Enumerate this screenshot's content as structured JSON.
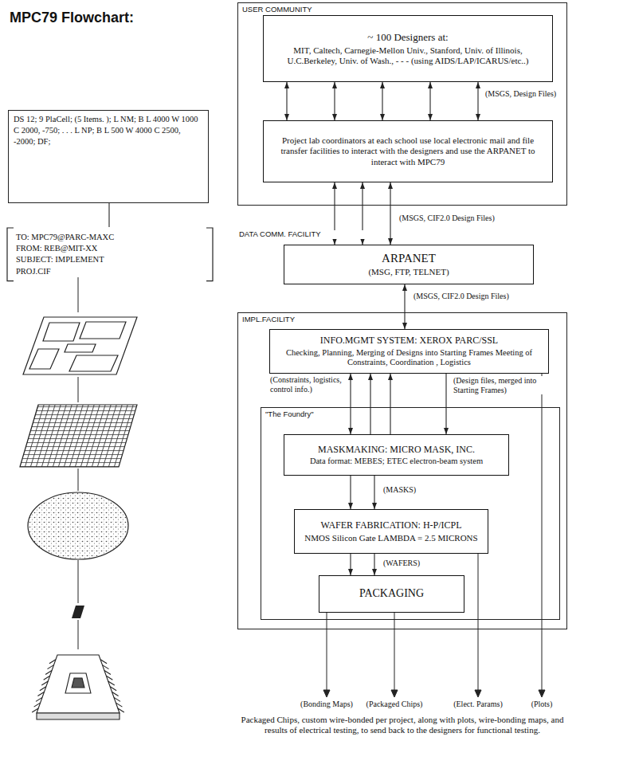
{
  "diagram": {
    "title": "MPC79 Flowchart:",
    "nodes": [
      {
        "text": [
          "USER COMMUNITY"
        ]
      },
      {
        "text": [
          "~ 100 Designers at:",
          "MIT, Caltech, Carnegie-Mellon Univ., Stanford, Univ. of Illinois, U.C.Berkeley, Univ. of Wash., - - - (using AIDS/LAP/ICARUS/etc..)"
        ],
        "in": 0
      },
      {
        "text": [
          "Project lab coordinators at each school use local electronic mail and file transfer facilities to interact with the designers and use the ARPANET to interact with MPC79"
        ],
        "in": 0
      },
      {
        "text": [
          "ARPANET",
          "(MSG, FTP, TELNET)"
        ]
      },
      {
        "text": [
          "IMPL.FACILITY"
        ]
      },
      {
        "text": [
          "INFO.MGMT SYSTEM: XEROX PARC/SSL",
          "Checking, Planning, Merging of Designs into Starting Frames Meeting of Constraints, Coordination , Logistics"
        ],
        "in": 4
      },
      {
        "text": [
          "\"The Foundry\""
        ],
        "in": 4
      },
      {
        "text": [
          "MASKMAKING: MICRO MASK, INC.",
          "Data format: MEBES; ETEC electron-beam system"
        ],
        "in": 6
      },
      {
        "text": [
          "WAFER FABRICATION: H-P/ICPL",
          "NMOS Silicon Gate LAMBDA = 2.5 MICRONS"
        ],
        "in": 6
      },
      {
        "text": [
          "PACKAGING"
        ],
        "in": 6
      },
      {
        "text": [
          "DS 12; 9 PlaCell; (5 Items. ); L NM; B L 4000 W 1000 C 2000, -750; . . . L NP; B L 500 W 4000 C 2500, -2000; DF;"
        ]
      },
      {
        "text": [
          "TO: MPC79@PARC-MAXC FROM: REB@MIT-XX SUBJECT: IMPLEMENT PROJ.CIF"
        ]
      }
    ],
    "edges": [
      {
        "from": 1,
        "to": 2,
        "arrow": "both"
      },
      {
        "from": 1,
        "to": 2,
        "arrow": "both"
      },
      {
        "from": 1,
        "to": 2,
        "arrow": "both"
      },
      {
        "from": 1,
        "to": 2,
        "arrow": "both"
      },
      {
        "from": 1,
        "to": 2,
        "arrow": "both",
        "label": "(MSGS, Design Files)"
      },
      {
        "from": 2,
        "to": 3,
        "arrow": "both"
      },
      {
        "from": 2,
        "to": 3,
        "arrow": "both"
      },
      {
        "from": 2,
        "to": 3,
        "arrow": "both",
        "label": "(MSGS, CIF2.0 Design Files)"
      },
      {
        "from": 3,
        "to": 5,
        "arrow": "both",
        "label": "(MSGS, CIF2.0 Design Files)"
      },
      {
        "from": 5,
        "to": 7,
        "arrow": "both",
        "label": "(Constraints, logistics, control info.)"
      },
      {
        "from": 7,
        "to": 5,
        "arrow": "to"
      },
      {
        "from": 7,
        "to": 5,
        "arrow": "to"
      },
      {
        "from": 5,
        "to": 7,
        "arrow": "to",
        "label": "(Design files, merged into Starting Frames)"
      },
      {
        "from": 7,
        "to": 8,
        "arrow": "to"
      },
      {
        "from": 7,
        "to": 8,
        "arrow": "to",
        "label": "(MASKS)"
      },
      {
        "from": 8,
        "to": 9,
        "arrow": "to"
      },
      {
        "from": 8,
        "to": 9,
        "arrow": "to",
        "label": "(WAFERS)"
      },
      {
        "from": 10,
        "to": 11,
        "arrow": "none"
      }
    ],
    "labels": [
      "DATA COMM. FACILITY",
      "(Bonding Maps)",
      "(Packaged Chips)",
      "(Elect. Params)",
      "(Plots)",
      "Packaged Chips, custom wire-bonded per project, along with plots, wire-bonding maps, and results of electrical testing, to send back to the designers for functional testing."
    ]
  }
}
